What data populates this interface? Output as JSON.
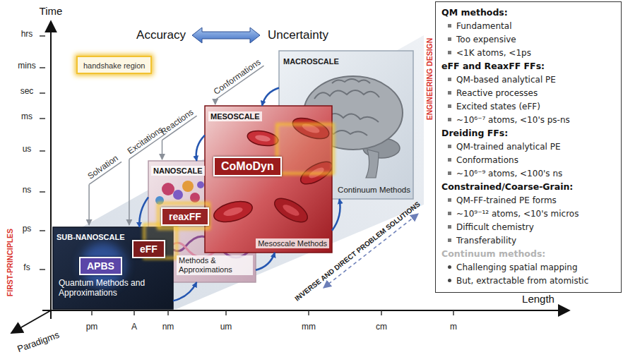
{
  "diagram": {
    "nodes": [
      {
        "text": [
          "SUB-NANOSCALE",
          "Quantum Methods and Approximations"
        ]
      },
      {
        "text": [
          "APBS"
        ],
        "in": 0
      },
      {
        "text": [
          "eFF"
        ],
        "in": 0
      },
      {
        "text": [
          "NANOSCALE",
          "Methods & Approximations"
        ]
      },
      {
        "text": [
          "reaxFF"
        ],
        "in": 3
      },
      {
        "text": [
          "MESOSCALE",
          "Mesoscale Methods"
        ]
      },
      {
        "text": [
          "CoMoDyn"
        ],
        "in": 5
      },
      {
        "text": [
          "MACROSCALE",
          "Continuum Methods"
        ]
      },
      {
        "text": [
          "QM methods:",
          "Fundamental",
          "Too expensive",
          "<1K atoms, <1ps",
          "eFF and ReaxFF FFs:",
          "QM-based analytical PE",
          "Reactive processes",
          "Excited states (eFF)",
          "~10⁶⁻⁷ atoms, <10's ps-ns",
          "Dreiding FFs:",
          "QM-trained analytical PE",
          "Conformations",
          "~10⁶⁻⁹ atoms, <100's ns",
          "Constrained/Coarse-Grain:",
          "QM-FF-trained PE forms",
          "~10⁹⁻¹² atoms, <10's micros",
          "Difficult chemistry",
          "Transferability",
          "Continuum methods:",
          "Challenging spatial mapping",
          "But, extractable from atomistic"
        ]
      }
    ],
    "edges": [
      {
        "from": 3,
        "to": 0,
        "arrow": "to"
      },
      {
        "from": 0,
        "to": 3,
        "arrow": "to"
      },
      {
        "from": 5,
        "to": 3,
        "arrow": "to"
      },
      {
        "from": 3,
        "to": 5,
        "arrow": "to"
      },
      {
        "from": 7,
        "to": 5,
        "arrow": "to"
      },
      {
        "from": 5,
        "to": 7,
        "arrow": "to"
      }
    ],
    "labels": [
      "Time",
      "hrs",
      "mins",
      "sec",
      "ms",
      "us",
      "ns",
      "ps",
      "fs",
      "Length",
      "pm",
      "A",
      "nm",
      "um",
      "mm",
      "cm",
      "m",
      "Paradigms",
      "Accuracy",
      "Uncertainty",
      "Solvation",
      "Excitations",
      "Reactions",
      "Conformations",
      "ENGINEERING DESIGN",
      "FIRST-PRINCIPLES",
      "INVERSE AND DIRECT PROBLEM SOLUTIONS"
    ],
    "legend": [
      {
        "text": "handshake region",
        "color": "#f2c230"
      }
    ]
  }
}
